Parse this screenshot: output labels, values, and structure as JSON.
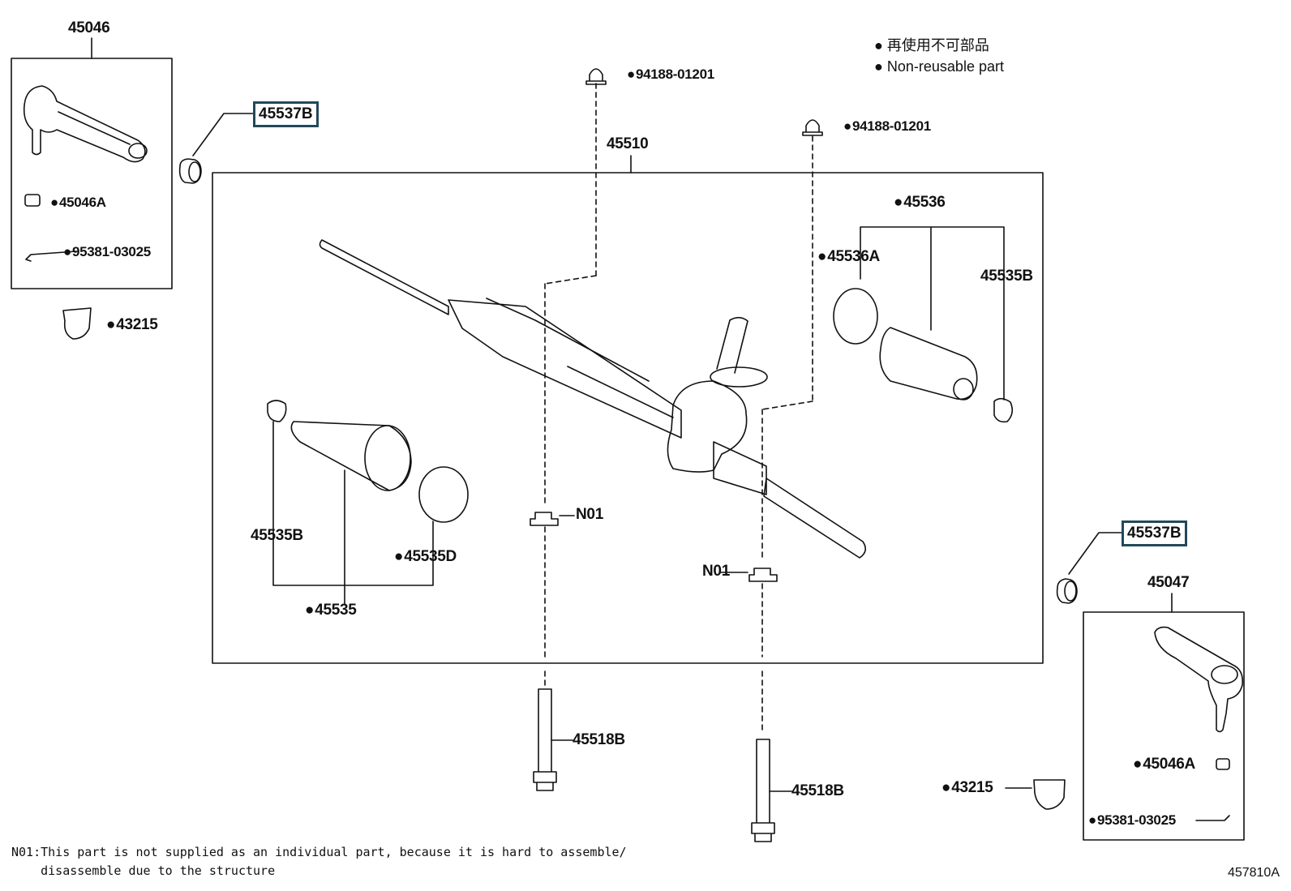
{
  "legend": {
    "line1": "再使用不可部品",
    "line2": "Non-reusable part"
  },
  "parts": {
    "tie_rod_end_lh_group": "45046",
    "tie_rod_end_rh_group": "45047",
    "gear_assembly": "45510",
    "bushing_top": "45537B",
    "bushing_right": "45537B",
    "nut_lh": "45046A",
    "nut_rh": "45046A",
    "cotter_pin_lh": "95381-03025",
    "cotter_pin_rh": "95381-03025",
    "cap_lh": "43215",
    "cap_rh": "43215",
    "nut_left_top": "94188-01201",
    "nut_right_top": "94188-01201",
    "boot_set_rh": "45536",
    "clamp_rh": "45536A",
    "clip_rh": "45535B",
    "clip_lh": "45535B",
    "clamp_lh": "45535D",
    "boot_set_lh": "45535",
    "bush_n01_left": "N01",
    "bush_n01_right": "N01",
    "bolt_left": "45518B",
    "bolt_right": "45518B"
  },
  "note": {
    "line1": "N01:This part is not supplied as an individual part, because it is hard to assemble/",
    "line2": "    disassemble due to the structure"
  },
  "illustration_code": "457810A"
}
